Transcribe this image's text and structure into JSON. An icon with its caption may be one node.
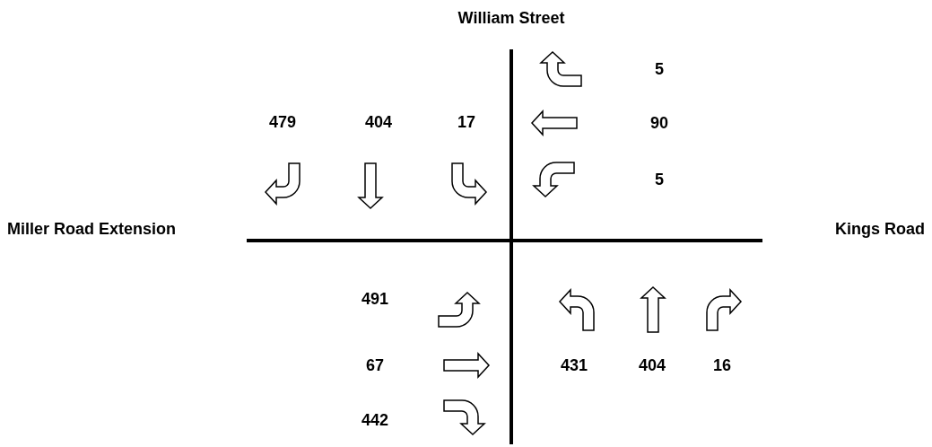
{
  "diagram": {
    "labels": [
      "William Street",
      "5",
      "479",
      "404",
      "17",
      "90",
      "5",
      "Miller Road Extension",
      "Kings Road",
      "491",
      "67",
      "431",
      "404",
      "16",
      "442"
    ]
  }
}
